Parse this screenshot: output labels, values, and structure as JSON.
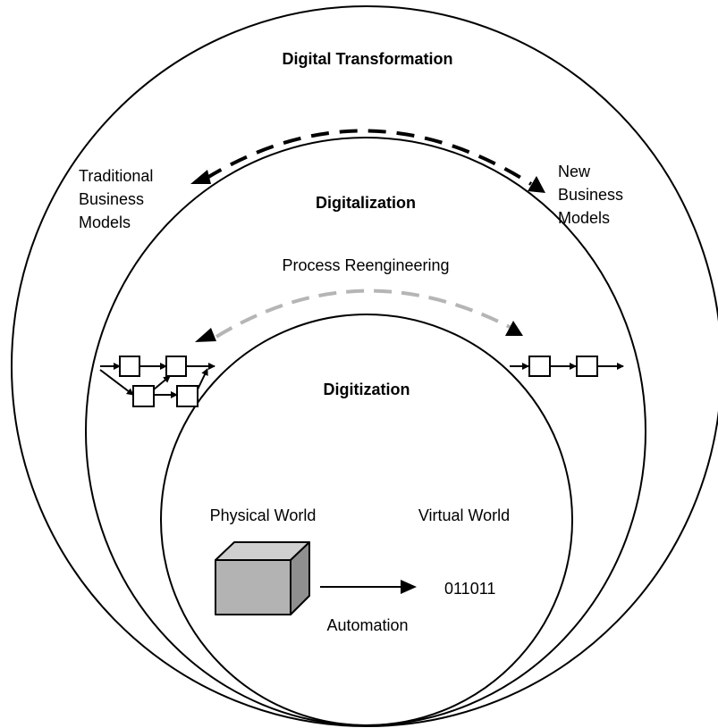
{
  "levels": {
    "outer": {
      "title": "Digital Transformation"
    },
    "middle": {
      "title": "Digitalization"
    },
    "inner": {
      "title": "Digitization"
    }
  },
  "business_models": {
    "traditional": [
      "Traditional",
      "Business",
      "Models"
    ],
    "new": [
      "New",
      "Business",
      "Models"
    ]
  },
  "process": {
    "label": "Process Reengineering"
  },
  "worlds": {
    "physical": "Physical World",
    "virtual": "Virtual World",
    "binary": "011011",
    "automation": "Automation"
  },
  "colors": {
    "stroke": "#000000",
    "dashed_top": "#000000",
    "dashed_process": "#b5b5b5",
    "cube_front": "#b3b3b3",
    "cube_top": "#cfcfcf",
    "cube_side": "#8f8f8f"
  }
}
